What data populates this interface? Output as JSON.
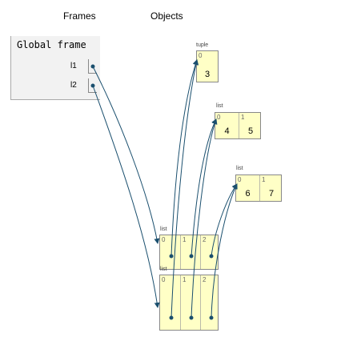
{
  "headers": {
    "frames": "Frames",
    "objects": "Objects"
  },
  "frame": {
    "title": "Global frame",
    "variables": [
      {
        "name": "l1"
      },
      {
        "name": "l2"
      }
    ]
  },
  "objects": {
    "tuple": {
      "type": "tuple",
      "items": [
        {
          "index": "0",
          "value": "3"
        }
      ]
    },
    "list_a": {
      "type": "list",
      "items": [
        {
          "index": "0",
          "value": "4"
        },
        {
          "index": "1",
          "value": "5"
        }
      ]
    },
    "list_b": {
      "type": "list",
      "items": [
        {
          "index": "0",
          "value": "6"
        },
        {
          "index": "1",
          "value": "7"
        }
      ]
    },
    "list_l1": {
      "type": "list",
      "items": [
        {
          "index": "0",
          "value": ""
        },
        {
          "index": "1",
          "value": ""
        },
        {
          "index": "2",
          "value": ""
        }
      ]
    },
    "list_l2": {
      "type": "list",
      "items": [
        {
          "index": "0",
          "value": ""
        },
        {
          "index": "1",
          "value": ""
        },
        {
          "index": "2",
          "value": ""
        }
      ]
    }
  },
  "colors": {
    "arrow": "#1a4f6e",
    "object_fill": "#ffffc6",
    "frame_fill": "#f2f2f2"
  }
}
